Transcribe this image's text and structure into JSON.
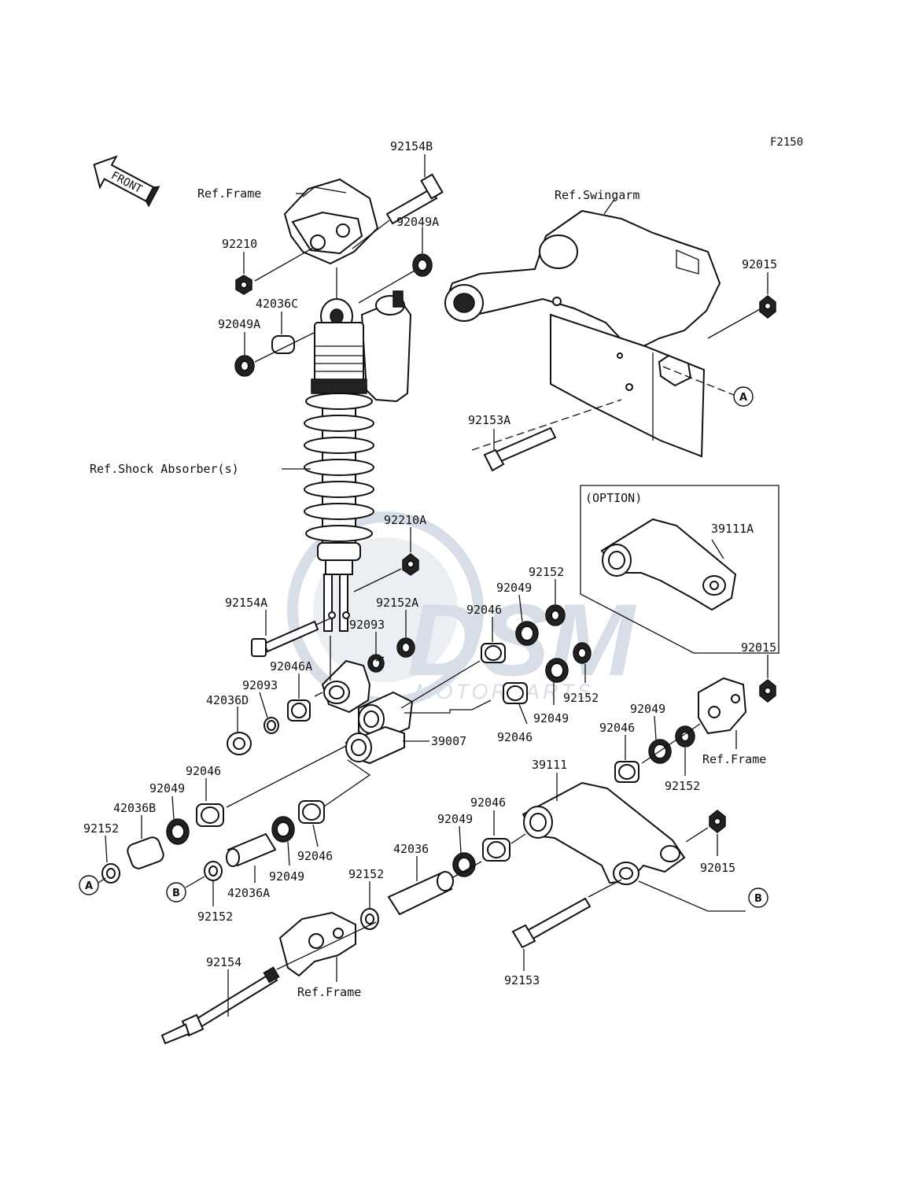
{
  "figure_code": "F2150",
  "direction_label": "FRONT",
  "watermark": {
    "logo": "DSM",
    "sub": "MOTORPARTS",
    "color": "#8fa3bd"
  },
  "option_box": {
    "title": "(OPTION)",
    "part": "39111A"
  },
  "labels": {
    "l92154B": "92154B",
    "refFrameTop": "Ref.Frame",
    "refSwingarm": "Ref.Swingarm",
    "l92049A_top": "92049A",
    "l92210": "92210",
    "l92015_top": "92015",
    "l42036C": "42036C",
    "l92049A_left": "92049A",
    "l92153A": "92153A",
    "refShock": "Ref.Shock Absorber(s)",
    "l92210A": "92210A",
    "l92152_mid": "92152",
    "l92049_mid": "92049",
    "l92154A": "92154A",
    "l92152A": "92152A",
    "l92046_mid": "92046",
    "l92093_a": "92093",
    "l92015_right": "92015",
    "l92046A": "92046A",
    "l92093_b": "92093",
    "l42036D": "42036D",
    "l92152_mid2": "92152",
    "l92049_mid2": "92049",
    "l92049_r": "92049",
    "l92046_r": "92046",
    "refFrameRight": "Ref.Frame",
    "l92046_c": "92046",
    "l39007": "39007",
    "l39111": "39111",
    "l92152_r": "92152",
    "l92046_l": "92046",
    "l92049_l": "92049",
    "l42036B": "42036B",
    "l92152_l": "92152",
    "l92046_lc": "92046",
    "l92049_lc": "92049",
    "l42036A": "42036A",
    "l92152_lb": "92152",
    "l92046_cb": "92046",
    "l92049_cb": "92049",
    "l42036": "42036",
    "l92152_cb": "92152",
    "l92015_b": "92015",
    "l92154": "92154",
    "refFrameBottom": "Ref.Frame",
    "l92153": "92153"
  },
  "ref_markers": {
    "a": "A",
    "b": "B"
  }
}
